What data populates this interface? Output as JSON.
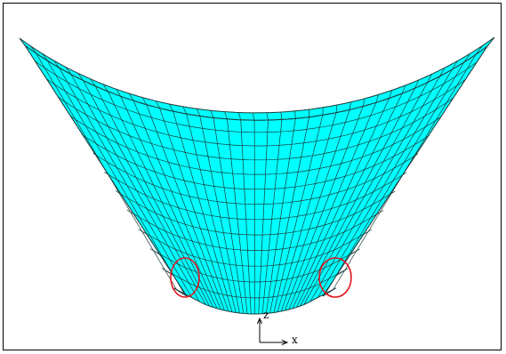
{
  "figure": {
    "fill_color": "#00ffff",
    "mesh_line_color": "#1b3c3c",
    "highlight_color": "#e8131e",
    "mesh": {
      "columns": 36,
      "rows": 13
    },
    "highlights": [
      {
        "name": "left-highlight-circle"
      },
      {
        "name": "right-highlight-circle"
      }
    ]
  },
  "axes": {
    "z_label": "z",
    "x_label": "x"
  }
}
